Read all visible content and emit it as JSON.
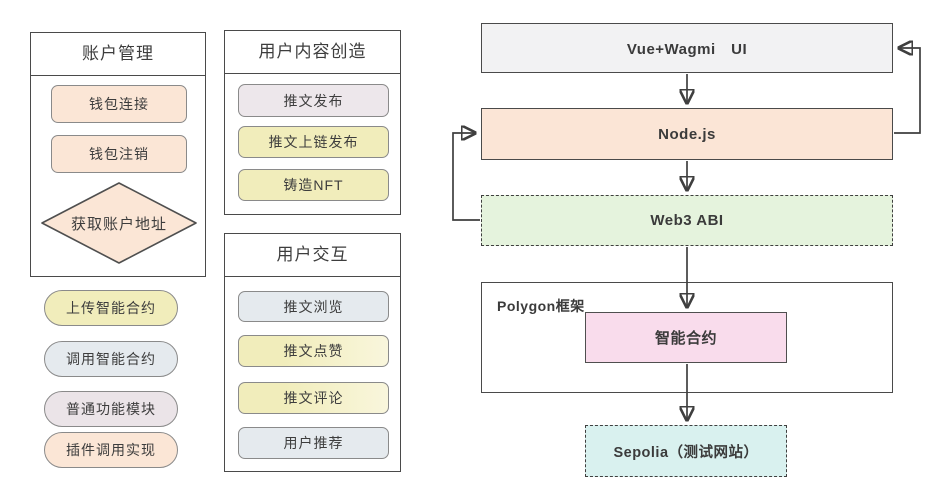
{
  "left_panel": {
    "account_box": {
      "title": "账户管理",
      "items": [
        {
          "label": "钱包连接",
          "color": "#fbe6d6"
        },
        {
          "label": "钱包注销",
          "color": "#fbe6d6"
        }
      ],
      "diamond": {
        "label": "获取账户地址",
        "color": "#fbe6d6"
      }
    },
    "legend": [
      {
        "label": "上传智能合约",
        "color": "#f1edbb",
        "meaning": "upload-smart-contract"
      },
      {
        "label": "调用智能合约",
        "color": "#e5eaee",
        "meaning": "call-smart-contract"
      },
      {
        "label": "普通功能模块",
        "color": "#ebe4e8",
        "meaning": "normal-function-module"
      },
      {
        "label": "插件调用实现",
        "color": "#fbe6d6",
        "meaning": "plugin-call-implementation"
      }
    ]
  },
  "middle_panel": {
    "content_box": {
      "title": "用户内容创造",
      "items": [
        {
          "label": "推文发布",
          "color": "#ede7eb"
        },
        {
          "label": "推文上链发布",
          "color": "#f1edbb"
        },
        {
          "label": "铸造NFT",
          "color": "#f1edbb"
        }
      ]
    },
    "interaction_box": {
      "title": "用户交互",
      "items": [
        {
          "label": "推文浏览",
          "color": "#e5eaee"
        },
        {
          "label": "推文点赞",
          "color": "#f1edbb"
        },
        {
          "label": "推文评论",
          "color": "#f1edbb"
        },
        {
          "label": "用户推荐",
          "color": "#e5eaee"
        }
      ]
    }
  },
  "flowchart": {
    "nodes": [
      {
        "id": "vue-ui",
        "label": "Vue+Wagmi　UI",
        "color": "#f2f2f3",
        "border": "solid"
      },
      {
        "id": "node-js",
        "label": "Node.js",
        "color": "#fbe5d6",
        "border": "solid"
      },
      {
        "id": "web3-abi",
        "label": "Web3 ABI",
        "color": "#e5f3dd",
        "border": "dashed"
      },
      {
        "id": "smart-contract",
        "label": "智能合约",
        "color": "#f9dcec",
        "border": "solid"
      },
      {
        "id": "sepolia",
        "label": "Sepolia（测试网站）",
        "color": "#d9f1ef",
        "border": "dashed"
      }
    ],
    "container_label": "Polygon框架",
    "edges": [
      {
        "from": "vue-ui",
        "to": "node-js",
        "direction": "down"
      },
      {
        "from": "node-js",
        "to": "web3-abi",
        "direction": "down"
      },
      {
        "from": "web3-abi",
        "to": "smart-contract",
        "direction": "down"
      },
      {
        "from": "smart-contract",
        "to": "sepolia",
        "direction": "down"
      },
      {
        "from": "node-js",
        "to": "vue-ui",
        "direction": "loop-right"
      },
      {
        "from": "web3-abi",
        "to": "node-js",
        "direction": "loop-left"
      }
    ]
  },
  "colors": {
    "line": "#3f3f3f",
    "panel_border": "#4a4a4a",
    "item_border": "#8a8a8a",
    "text": "#3d3d3d"
  }
}
